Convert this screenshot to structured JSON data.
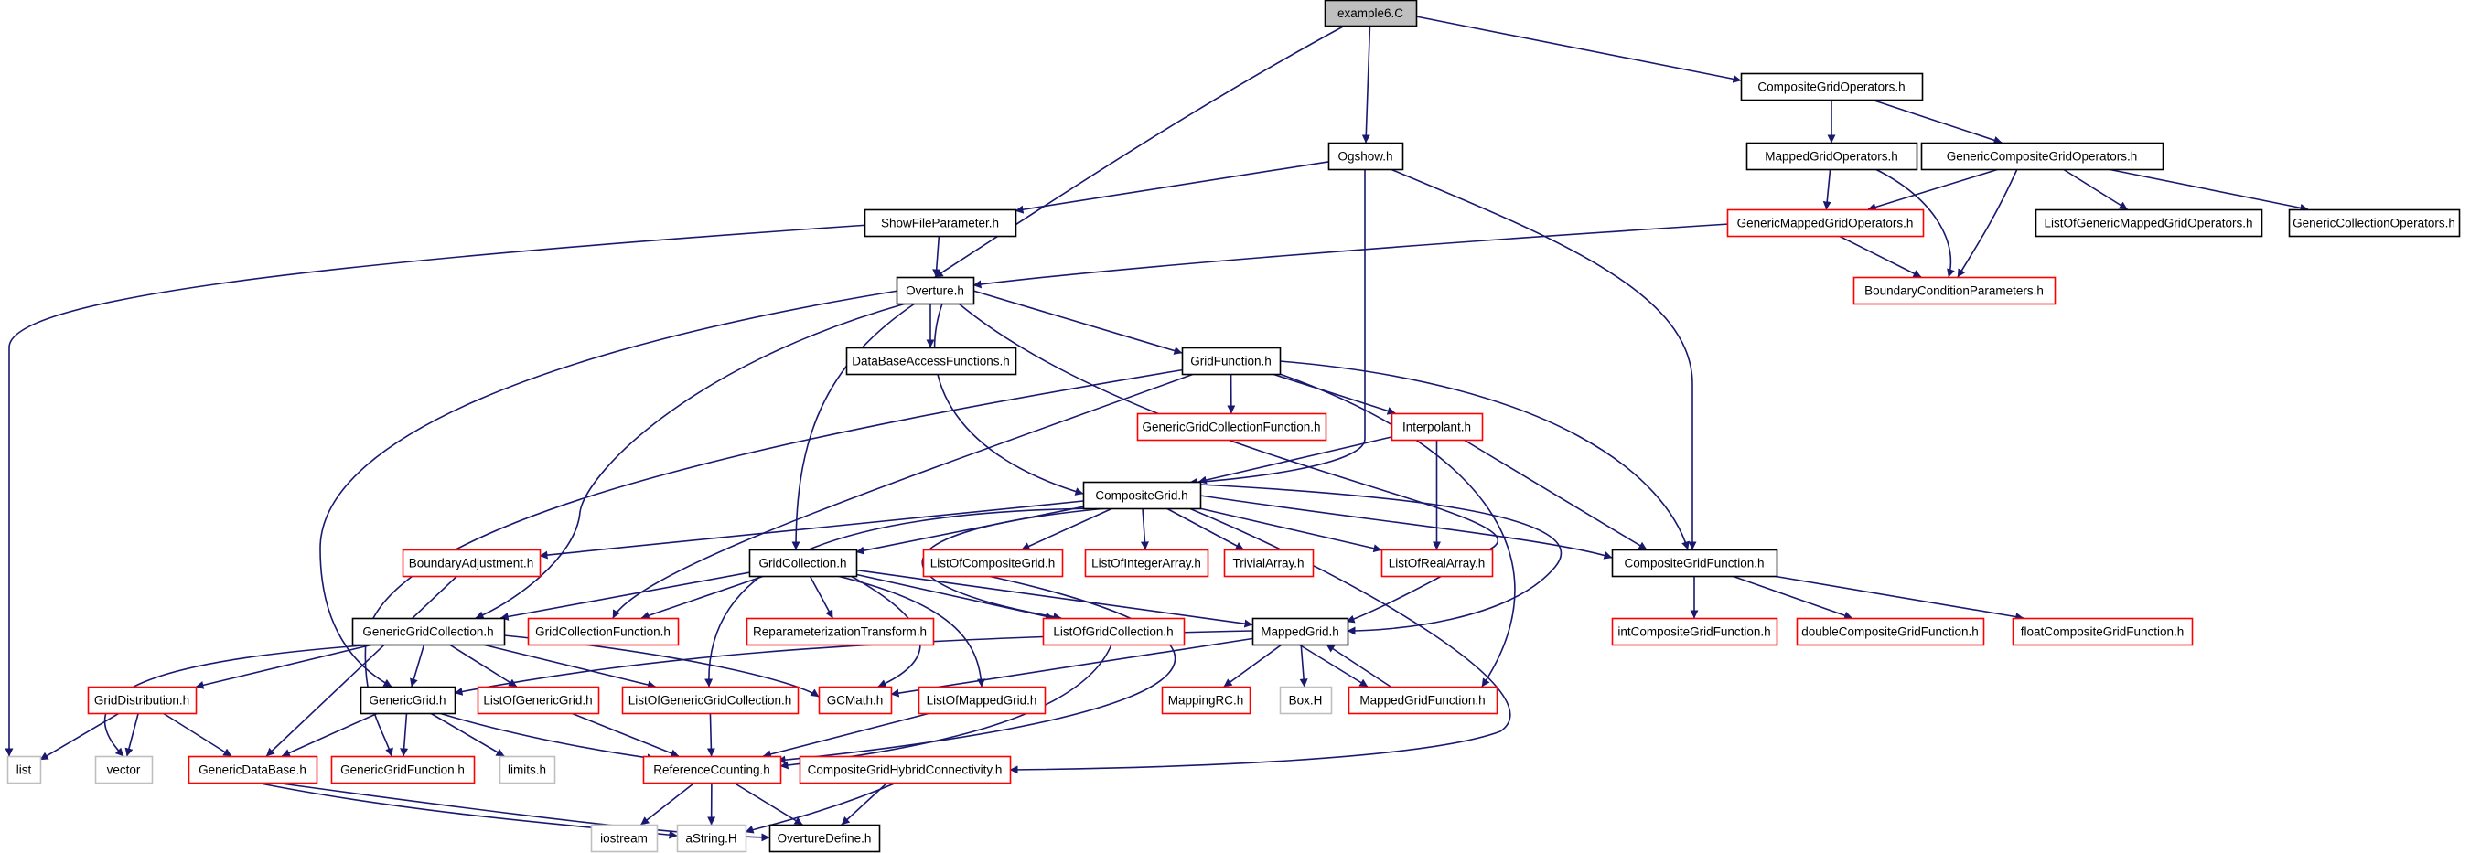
{
  "title": "example6.C",
  "colors": {
    "root_fill": "#bfbfbf",
    "normal_border": "#000000",
    "red_border": "#ff0000",
    "external_border": "#bfbfbf",
    "edge": "#191970",
    "label_text": "#000000",
    "red_text": "#ff0000"
  },
  "nodes": [
    {
      "id": "example6",
      "label": "example6.C",
      "kind": "root"
    },
    {
      "id": "CompositeGridOperators",
      "label": "CompositeGridOperators.h",
      "kind": "normal"
    },
    {
      "id": "Ogshow",
      "label": "Ogshow.h",
      "kind": "normal"
    },
    {
      "id": "MappedGridOperators",
      "label": "MappedGridOperators.h",
      "kind": "normal"
    },
    {
      "id": "GenericCompositeGridOperators",
      "label": "GenericCompositeGridOperators.h",
      "kind": "normal"
    },
    {
      "id": "ShowFileParameter",
      "label": "ShowFileParameter.h",
      "kind": "normal"
    },
    {
      "id": "GenericMappedGridOperators",
      "label": "GenericMappedGridOperators.h",
      "kind": "red"
    },
    {
      "id": "ListOfGenericMappedGridOperators",
      "label": "ListOfGenericMappedGridOperators.h",
      "kind": "normal"
    },
    {
      "id": "GenericCollectionOperators",
      "label": "GenericCollectionOperators.h",
      "kind": "normal"
    },
    {
      "id": "Overture",
      "label": "Overture.h",
      "kind": "normal"
    },
    {
      "id": "BoundaryConditionParameters",
      "label": "BoundaryConditionParameters.h",
      "kind": "red"
    },
    {
      "id": "DataBaseAccessFunctions",
      "label": "DataBaseAccessFunctions.h",
      "kind": "normal"
    },
    {
      "id": "GridFunction",
      "label": "GridFunction.h",
      "kind": "normal"
    },
    {
      "id": "GenericGridCollectionFunction",
      "label": "GenericGridCollectionFunction.h",
      "kind": "red"
    },
    {
      "id": "Interpolant",
      "label": "Interpolant.h",
      "kind": "red"
    },
    {
      "id": "CompositeGrid",
      "label": "CompositeGrid.h",
      "kind": "normal"
    },
    {
      "id": "BoundaryAdjustment",
      "label": "BoundaryAdjustment.h",
      "kind": "red"
    },
    {
      "id": "GridCollection",
      "label": "GridCollection.h",
      "kind": "normal"
    },
    {
      "id": "ListOfCompositeGrid",
      "label": "ListOfCompositeGrid.h",
      "kind": "red"
    },
    {
      "id": "ListOfIntegerArray",
      "label": "ListOfIntegerArray.h",
      "kind": "red"
    },
    {
      "id": "TrivialArray",
      "label": "TrivialArray.h",
      "kind": "red"
    },
    {
      "id": "ListOfRealArray",
      "label": "ListOfRealArray.h",
      "kind": "red"
    },
    {
      "id": "CompositeGridFunction",
      "label": "CompositeGridFunction.h",
      "kind": "normal"
    },
    {
      "id": "GenericGridCollection",
      "label": "GenericGridCollection.h",
      "kind": "normal"
    },
    {
      "id": "GridCollectionFunction",
      "label": "GridCollectionFunction.h",
      "kind": "red"
    },
    {
      "id": "ReparameterizationTransform",
      "label": "ReparameterizationTransform.h",
      "kind": "red"
    },
    {
      "id": "ListOfGridCollection",
      "label": "ListOfGridCollection.h",
      "kind": "red"
    },
    {
      "id": "MappedGrid",
      "label": "MappedGrid.h",
      "kind": "normal"
    },
    {
      "id": "intCompositeGridFunction",
      "label": "intCompositeGridFunction.h",
      "kind": "red"
    },
    {
      "id": "doubleCompositeGridFunction",
      "label": "doubleCompositeGridFunction.h",
      "kind": "red"
    },
    {
      "id": "floatCompositeGridFunction",
      "label": "floatCompositeGridFunction.h",
      "kind": "red"
    },
    {
      "id": "GridDistribution",
      "label": "GridDistribution.h",
      "kind": "red"
    },
    {
      "id": "GenericGrid",
      "label": "GenericGrid.h",
      "kind": "normal"
    },
    {
      "id": "ListOfGenericGrid",
      "label": "ListOfGenericGrid.h",
      "kind": "red"
    },
    {
      "id": "ListOfGenericGridCollection",
      "label": "ListOfGenericGridCollection.h",
      "kind": "red"
    },
    {
      "id": "GCMath",
      "label": "GCMath.h",
      "kind": "red"
    },
    {
      "id": "ListOfMappedGrid",
      "label": "ListOfMappedGrid.h",
      "kind": "red"
    },
    {
      "id": "MappingRC",
      "label": "MappingRC.h",
      "kind": "red"
    },
    {
      "id": "BoxH",
      "label": "Box.H",
      "kind": "external"
    },
    {
      "id": "MappedGridFunction",
      "label": "MappedGridFunction.h",
      "kind": "red"
    },
    {
      "id": "list",
      "label": "list",
      "kind": "external"
    },
    {
      "id": "vector",
      "label": "vector",
      "kind": "external"
    },
    {
      "id": "GenericDataBase",
      "label": "GenericDataBase.h",
      "kind": "red"
    },
    {
      "id": "GenericGridFunction",
      "label": "GenericGridFunction.h",
      "kind": "red"
    },
    {
      "id": "limits",
      "label": "limits.h",
      "kind": "external"
    },
    {
      "id": "ReferenceCounting",
      "label": "ReferenceCounting.h",
      "kind": "red"
    },
    {
      "id": "CompositeGridHybridConnectivity",
      "label": "CompositeGridHybridConnectivity.h",
      "kind": "red"
    },
    {
      "id": "iostream",
      "label": "iostream",
      "kind": "external"
    },
    {
      "id": "aStringH",
      "label": "aString.H",
      "kind": "external"
    },
    {
      "id": "OvertureDefine",
      "label": "OvertureDefine.h",
      "kind": "normal"
    }
  ],
  "edges": [
    [
      "example6",
      "CompositeGridOperators"
    ],
    [
      "example6",
      "Ogshow"
    ],
    [
      "example6",
      "Overture"
    ],
    [
      "CompositeGridOperators",
      "MappedGridOperators"
    ],
    [
      "CompositeGridOperators",
      "GenericCompositeGridOperators"
    ],
    [
      "MappedGridOperators",
      "GenericMappedGridOperators"
    ],
    [
      "MappedGridOperators",
      "BoundaryConditionParameters"
    ],
    [
      "GenericCompositeGridOperators",
      "GenericMappedGridOperators"
    ],
    [
      "GenericCompositeGridOperators",
      "BoundaryConditionParameters"
    ],
    [
      "GenericCompositeGridOperators",
      "ListOfGenericMappedGridOperators"
    ],
    [
      "GenericCompositeGridOperators",
      "GenericCollectionOperators"
    ],
    [
      "GenericMappedGridOperators",
      "Overture"
    ],
    [
      "GenericMappedGridOperators",
      "BoundaryConditionParameters"
    ],
    [
      "Ogshow",
      "ShowFileParameter"
    ],
    [
      "Ogshow",
      "CompositeGrid"
    ],
    [
      "Ogshow",
      "CompositeGridFunction"
    ],
    [
      "ShowFileParameter",
      "Overture"
    ],
    [
      "ShowFileParameter",
      "list"
    ],
    [
      "Overture",
      "DataBaseAccessFunctions"
    ],
    [
      "Overture",
      "GridFunction"
    ],
    [
      "Overture",
      "CompositeGrid"
    ],
    [
      "Overture",
      "GridCollection"
    ],
    [
      "Overture",
      "GenericGridCollection"
    ],
    [
      "Overture",
      "GenericGrid"
    ],
    [
      "Overture",
      "MappedGrid"
    ],
    [
      "GridFunction",
      "GenericGridCollectionFunction"
    ],
    [
      "GridFunction",
      "Interpolant"
    ],
    [
      "GridFunction",
      "CompositeGridFunction"
    ],
    [
      "GridFunction",
      "GridCollectionFunction"
    ],
    [
      "GridFunction",
      "MappedGridFunction"
    ],
    [
      "GridFunction",
      "GenericGridFunction"
    ],
    [
      "Interpolant",
      "CompositeGrid"
    ],
    [
      "Interpolant",
      "ListOfRealArray"
    ],
    [
      "Interpolant",
      "CompositeGridFunction"
    ],
    [
      "CompositeGrid",
      "BoundaryAdjustment"
    ],
    [
      "CompositeGrid",
      "GridCollection"
    ],
    [
      "CompositeGrid",
      "ListOfCompositeGrid"
    ],
    [
      "CompositeGrid",
      "ListOfIntegerArray"
    ],
    [
      "CompositeGrid",
      "TrivialArray"
    ],
    [
      "CompositeGrid",
      "ListOfRealArray"
    ],
    [
      "CompositeGrid",
      "CompositeGridFunction"
    ],
    [
      "CompositeGrid",
      "ListOfGridCollection"
    ],
    [
      "CompositeGrid",
      "ListOfGenericGridCollection"
    ],
    [
      "CompositeGrid",
      "CompositeGridHybridConnectivity"
    ],
    [
      "CompositeGrid",
      "MappedGrid"
    ],
    [
      "ListOfCompositeGrid",
      "ReferenceCounting"
    ],
    [
      "BoundaryAdjustment",
      "GenericDataBase"
    ],
    [
      "GridCollection",
      "GenericGridCollection"
    ],
    [
      "GridCollection",
      "GridCollectionFunction"
    ],
    [
      "GridCollection",
      "ReparameterizationTransform"
    ],
    [
      "GridCollection",
      "ListOfGridCollection"
    ],
    [
      "GridCollection",
      "MappedGrid"
    ],
    [
      "GridCollection",
      "GCMath"
    ],
    [
      "GridCollection",
      "ListOfMappedGrid"
    ],
    [
      "CompositeGridFunction",
      "intCompositeGridFunction"
    ],
    [
      "CompositeGridFunction",
      "doubleCompositeGridFunction"
    ],
    [
      "CompositeGridFunction",
      "floatCompositeGridFunction"
    ],
    [
      "GenericGridCollection",
      "GridDistribution"
    ],
    [
      "GenericGridCollection",
      "GenericGrid"
    ],
    [
      "GenericGridCollection",
      "ListOfGenericGrid"
    ],
    [
      "GenericGridCollection",
      "ListOfGenericGridCollection"
    ],
    [
      "GenericGridCollection",
      "GCMath"
    ],
    [
      "GenericGridCollection",
      "vector"
    ],
    [
      "ListOfGridCollection",
      "ReferenceCounting"
    ],
    [
      "MappedGrid",
      "GenericGrid"
    ],
    [
      "MappedGrid",
      "GCMath"
    ],
    [
      "MappedGrid",
      "MappingRC"
    ],
    [
      "MappedGrid",
      "BoxH"
    ],
    [
      "MappedGrid",
      "MappedGridFunction"
    ],
    [
      "MappedGridFunction",
      "MappedGrid"
    ],
    [
      "GridDistribution",
      "list"
    ],
    [
      "GridDistribution",
      "vector"
    ],
    [
      "GridDistribution",
      "GenericDataBase"
    ],
    [
      "GenericGrid",
      "GenericDataBase"
    ],
    [
      "GenericGrid",
      "GenericGridFunction"
    ],
    [
      "GenericGrid",
      "limits"
    ],
    [
      "GenericGrid",
      "ReferenceCounting"
    ],
    [
      "ListOfGenericGrid",
      "ReferenceCounting"
    ],
    [
      "ListOfGenericGridCollection",
      "ReferenceCounting"
    ],
    [
      "ListOfMappedGrid",
      "ReferenceCounting"
    ],
    [
      "GenericDataBase",
      "aStringH"
    ],
    [
      "GenericDataBase",
      "OvertureDefine"
    ],
    [
      "ReferenceCounting",
      "iostream"
    ],
    [
      "ReferenceCounting",
      "aStringH"
    ],
    [
      "ReferenceCounting",
      "OvertureDefine"
    ],
    [
      "CompositeGridHybridConnectivity",
      "aStringH"
    ],
    [
      "CompositeGridHybridConnectivity",
      "OvertureDefine"
    ]
  ]
}
